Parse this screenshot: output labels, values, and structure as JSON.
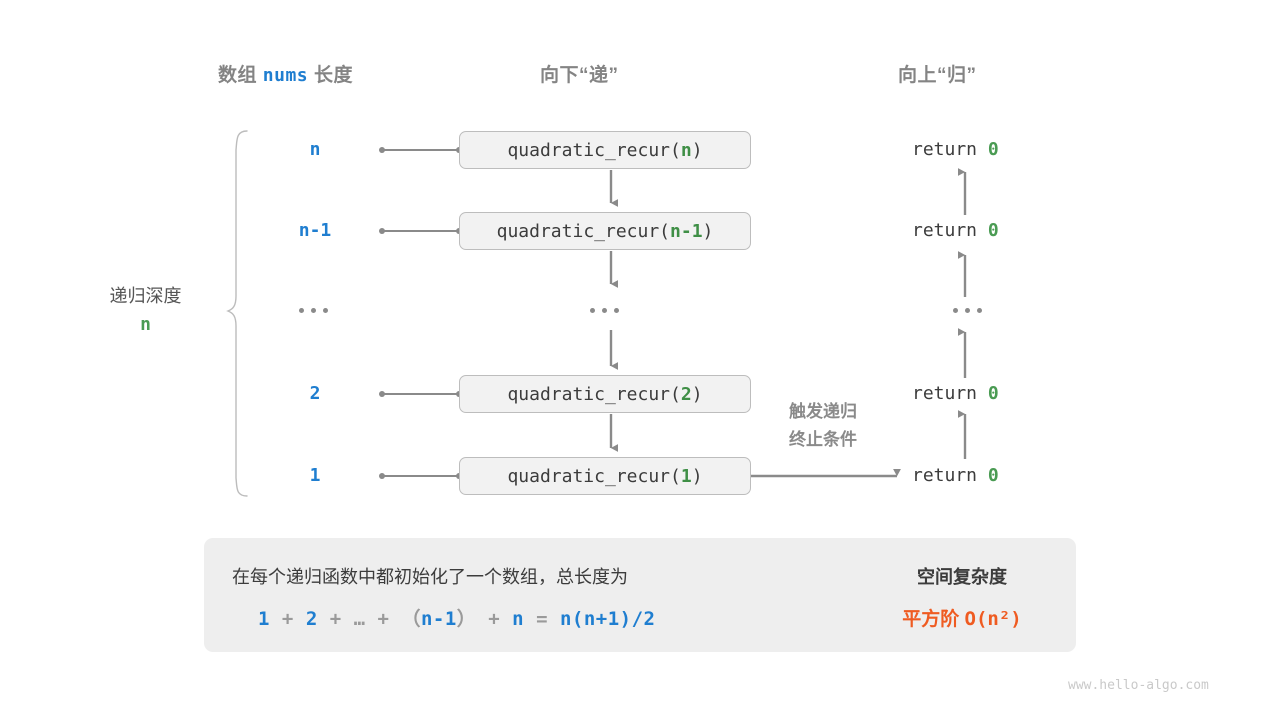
{
  "headers": {
    "left_prefix": "数组",
    "left_mono": "nums",
    "left_suffix": "长度",
    "middle": "向下“递”",
    "right": "向上“归”"
  },
  "depth": {
    "label": "递归深度",
    "value": "n"
  },
  "rows": [
    {
      "size": "n",
      "call_name": "quadratic_recur(",
      "call_arg": "n",
      "call_close": ")",
      "ret_text": "return",
      "ret_value": "0"
    },
    {
      "size": "n-1",
      "call_name": "quadratic_recur(",
      "call_arg": "n-1",
      "call_close": ")",
      "ret_text": "return",
      "ret_value": "0"
    },
    {
      "size": "...",
      "call_name": "...",
      "call_arg": "",
      "call_close": "",
      "ret_text": "...",
      "ret_value": ""
    },
    {
      "size": "2",
      "call_name": "quadratic_recur(",
      "call_arg": "2",
      "call_close": ")",
      "ret_text": "return",
      "ret_value": "0"
    },
    {
      "size": "1",
      "call_name": "quadratic_recur(",
      "call_arg": "1",
      "call_close": ")",
      "ret_text": "return",
      "ret_value": "0"
    }
  ],
  "trigger_note": {
    "line1": "触发递归",
    "line2": "终止条件"
  },
  "summary": {
    "description": "在每个递归函数中都初始化了一个数组，总长度为",
    "formula": {
      "t1": "1",
      "op1": "+",
      "t2": "2",
      "op2": "+",
      "ell": "…",
      "op3": "+",
      "paren_open": "（",
      "t3": "n-1",
      "paren_close": "）",
      "op4": "+",
      "t4": "n",
      "eq": "=",
      "result": "n(n+1)/2"
    },
    "title": "空间复杂度",
    "value_label": "平方阶",
    "value_mono": "O(n²)"
  },
  "watermark": "www.hello-algo.com",
  "colors": {
    "blue": "#1f7ed0",
    "green": "#4a9b53",
    "orange": "#ef5b21",
    "gray_text": "#3c3c3c",
    "gray_muted": "#8a8a8a",
    "box_fill": "#f2f2f2",
    "box_border": "#bdbdbd",
    "panel_fill": "#eeeeee"
  }
}
